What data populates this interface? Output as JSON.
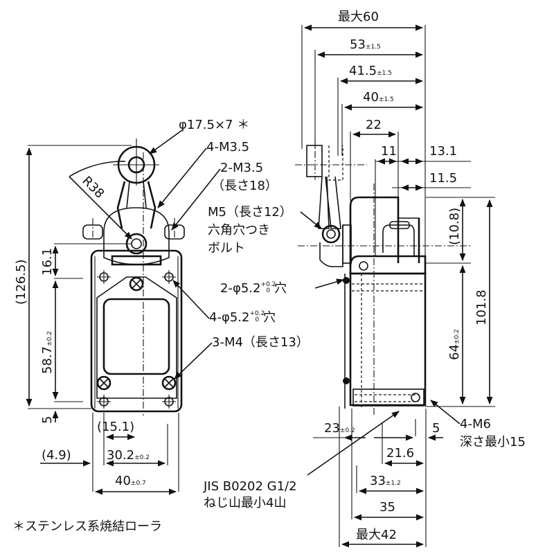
{
  "drawing": {
    "title": "Limit switch roller lever dimensional drawing",
    "line_color": "#111111",
    "background": "#ffffff"
  },
  "front_view": {
    "labels": {
      "roller": "φ17.5×7 ＊",
      "screws_4": "4-M3.5",
      "screws_2": "2-M3.5",
      "screws_2_len": "（長さ18）",
      "radius": "R38",
      "holes_4": "4-φ5.2",
      "holes_4_tol_upper": "+0.2",
      "holes_4_tol_lower": "0",
      "holes_4_suffix": "穴",
      "cover_screws": "3-M4（長さ13）"
    },
    "dims": {
      "total_height": "(126.5)",
      "d16_1": "16.1",
      "d58_7": "58.7",
      "d58_7_tol": "±0.2",
      "d5": "5",
      "d15_1": "(15.1)",
      "d4_9": "(4.9)",
      "d30_2": "30.2",
      "d30_2_tol": "±0.2",
      "d40": "40",
      "d40_tol": "±0.7"
    }
  },
  "side_view": {
    "labels": {
      "bolt": "M5（長さ12）",
      "bolt_line2": "六角穴つき",
      "bolt_line3": "ボルト",
      "holes_2": "2-φ5.2",
      "holes_2_tol_upper": "+0.2",
      "holes_2_tol_lower": "0",
      "holes_2_suffix": "穴",
      "m6": "4-M6",
      "m6_depth": "深さ最小15",
      "conduit": "JIS B0202 G1/2",
      "conduit_line2": "ねじ山最小4山"
    },
    "dims": {
      "max60": "最大60",
      "d53": "53",
      "d53_tol": "±1.5",
      "d41_5": "41.5",
      "d41_5_tol": "±1.5",
      "d40": "40",
      "d40_tol": "±1.5",
      "d22": "22",
      "d11": "11",
      "d13_1": "13.1",
      "d11_5": "11.5",
      "d10_8": "(10.8)",
      "d101_8": "101.8",
      "d64": "64",
      "d64_tol": "±0.2",
      "d23": "23",
      "d23_tol": "±0.2",
      "d5": "5",
      "d21_6": "21.6",
      "d33": "33",
      "d33_tol": "±1.2",
      "d35": "35",
      "max42": "最大42"
    }
  },
  "footnote": "＊ステンレス系焼結ローラ"
}
